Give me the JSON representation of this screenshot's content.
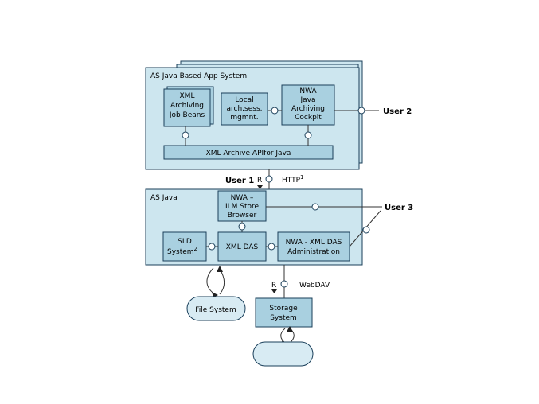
{
  "app_system": {
    "title": "AS Java Based App System",
    "xml_job_beans": [
      "XML",
      "Archiving",
      "Job Beans"
    ],
    "local_session": [
      "Local",
      "arch.sess.",
      "mgmnt."
    ],
    "nwa_cockpit": [
      "NWA",
      "Java",
      "Archiving",
      "Cockpit"
    ],
    "xml_api": "XML Archive APIfor Java"
  },
  "users": {
    "user1": "User 1",
    "user2": "User 2",
    "user3": "User 3"
  },
  "http_label": "HTTP",
  "http_superscript": "1",
  "r_label_top": "R",
  "as_java": {
    "title": "AS Java",
    "ilm_browser": [
      "NWA –",
      "ILM Store",
      "Browser"
    ],
    "sld": [
      "SLD",
      "System"
    ],
    "sld_superscript": "2",
    "xml_das": "XML DAS",
    "nwa_xml_das_admin": [
      "NWA - XML DAS",
      "Administration"
    ]
  },
  "r_label_bottom": "R",
  "webdav_label": "WebDAV",
  "file_system": "File System",
  "storage_system": [
    "Storage",
    "System"
  ]
}
